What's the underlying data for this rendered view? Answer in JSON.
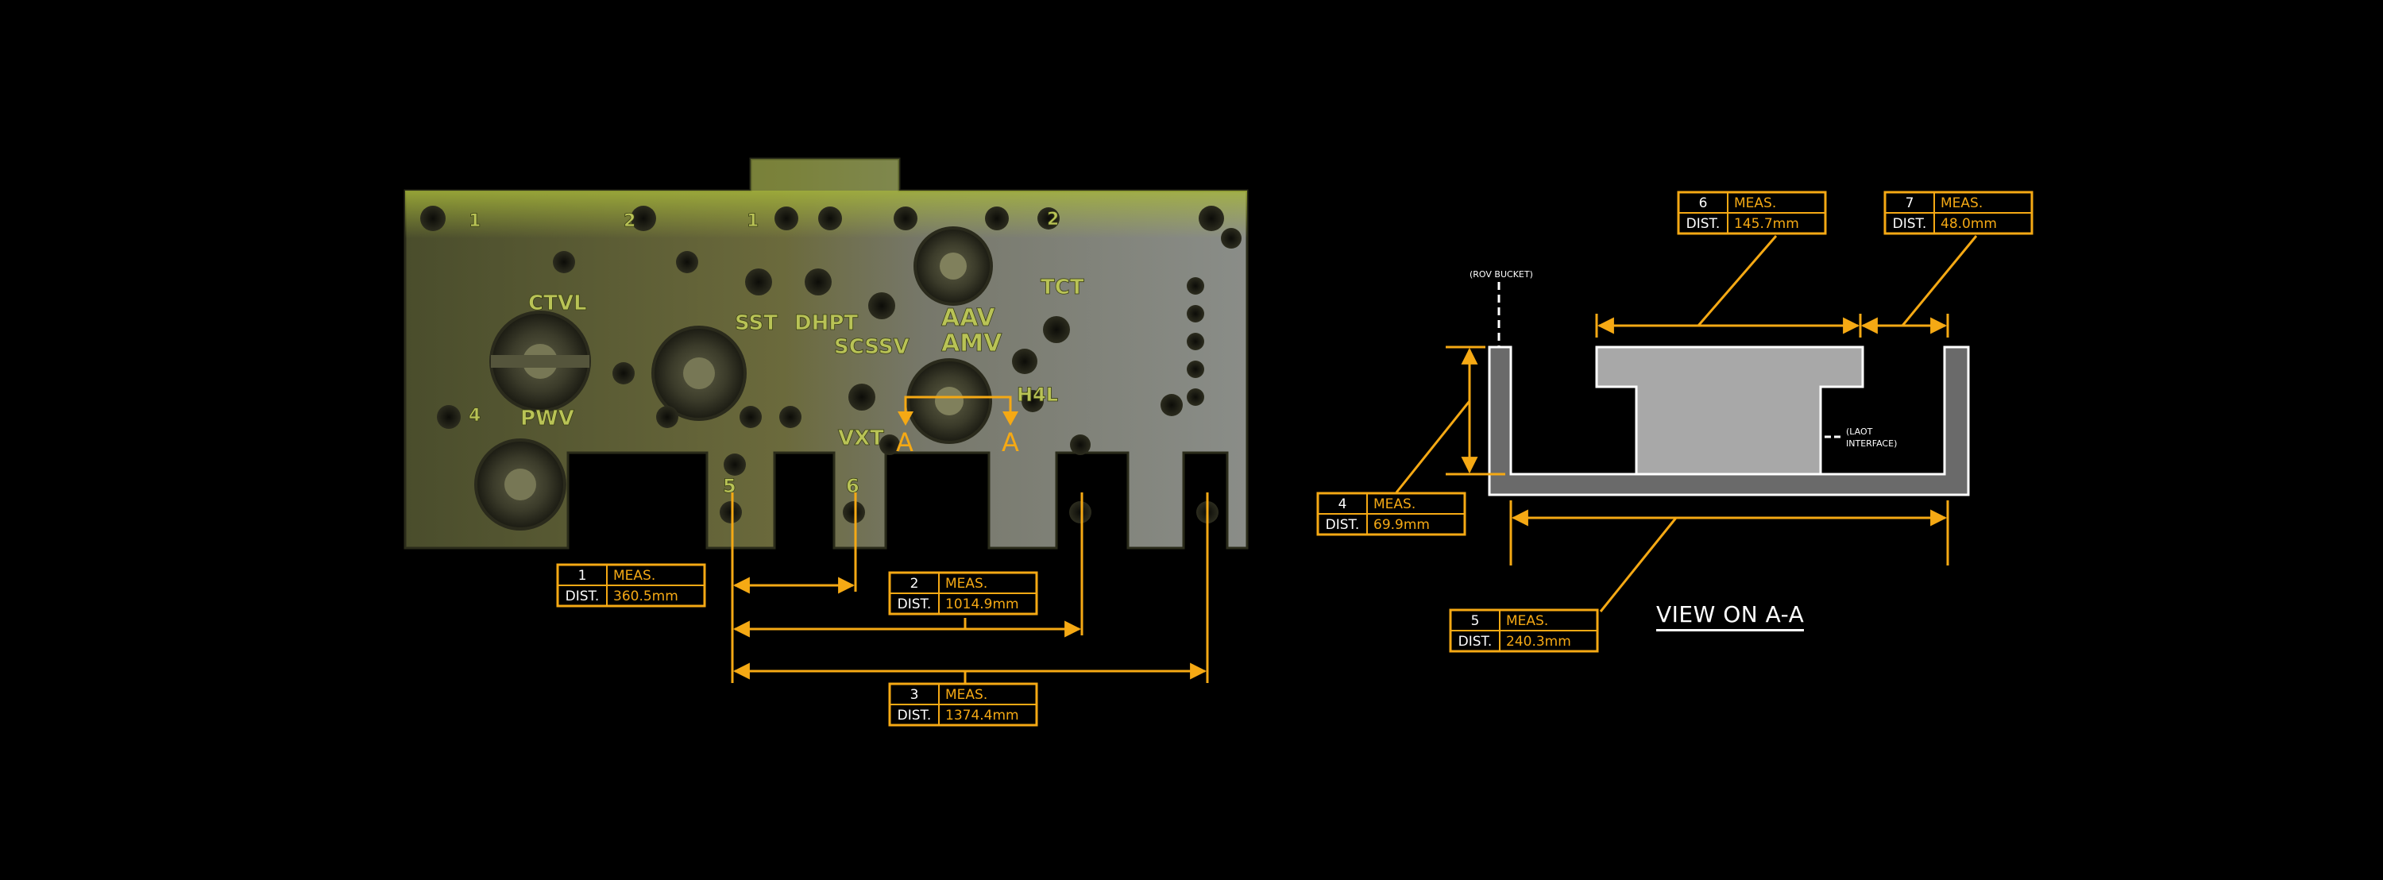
{
  "colors": {
    "accent": "#f5a914",
    "background": "#000000",
    "section_fill": "#a8a8a8",
    "section_outer": "#6a6a6a"
  },
  "section_markers": {
    "left": "A",
    "right": "A"
  },
  "panel": {
    "labels": {
      "ctvl": "CTVL",
      "pwv": "PWV",
      "sst": "SST",
      "dhpt": "DHPT",
      "scssv": "SCSSV",
      "aav": "AAV",
      "amv": "AMV",
      "tct": "TCT",
      "vxt": "VXT",
      "h4l": "H4L",
      "n1a": "1",
      "n2a": "2",
      "n1b": "1",
      "n2b": "2",
      "n4": "4",
      "n5": "5",
      "n6": "6"
    }
  },
  "measurements": [
    {
      "num": "1",
      "meas": "MEAS.",
      "dist_label": "DIST.",
      "dist": "360.5mm"
    },
    {
      "num": "2",
      "meas": "MEAS.",
      "dist_label": "DIST.",
      "dist": "1014.9mm"
    },
    {
      "num": "3",
      "meas": "MEAS.",
      "dist_label": "DIST.",
      "dist": "1374.4mm"
    },
    {
      "num": "4",
      "meas": "MEAS.",
      "dist_label": "DIST.",
      "dist": "69.9mm"
    },
    {
      "num": "5",
      "meas": "MEAS.",
      "dist_label": "DIST.",
      "dist": "240.3mm"
    },
    {
      "num": "6",
      "meas": "MEAS.",
      "dist_label": "DIST.",
      "dist": "145.7mm"
    },
    {
      "num": "7",
      "meas": "MEAS.",
      "dist_label": "DIST.",
      "dist": "48.0mm"
    }
  ],
  "notes": {
    "rov_bucket": "(ROV BUCKET)",
    "laot_line1": "(LAOT",
    "laot_line2": "INTERFACE)"
  },
  "view_title": "VIEW ON A-A"
}
